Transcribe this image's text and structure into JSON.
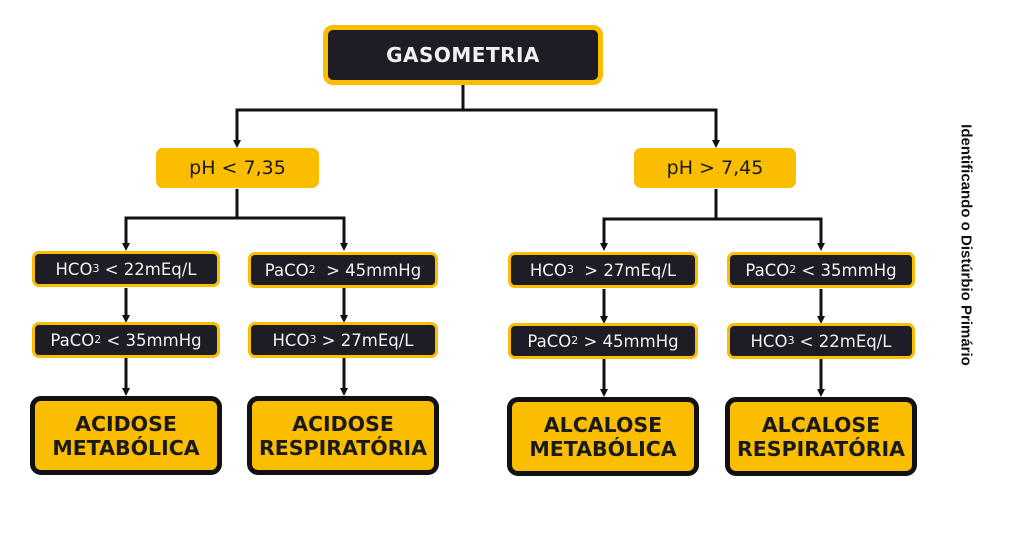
{
  "title": "GASOMETRIA",
  "side_label": "Identificando o Distúrbio Primário",
  "colors": {
    "accent": "#fbbd00",
    "dark": "#1e1d26",
    "line": "#111111"
  },
  "branches": [
    {
      "ph": "pH < 7,35",
      "paths": [
        {
          "steps": [
            {
              "pre": "HCO",
              "sub": "3",
              "post": " < 22mEq/L"
            },
            {
              "pre": "PaCO",
              "sub": "2",
              "post": " < 35mmHg"
            }
          ],
          "result": [
            "ACIDOSE",
            "METABÓLICA"
          ]
        },
        {
          "steps": [
            {
              "pre": "PaCO",
              "sub": "2",
              "post": "  > 45mmHg"
            },
            {
              "pre": "HCO",
              "sub": "3",
              "post": " > 27mEq/L"
            }
          ],
          "result": [
            "ACIDOSE",
            "RESPIRATÓRIA"
          ]
        }
      ]
    },
    {
      "ph": "pH > 7,45",
      "paths": [
        {
          "steps": [
            {
              "pre": "HCO",
              "sub": "3",
              "post": "  > 27mEq/L"
            },
            {
              "pre": "PaCO",
              "sub": "2",
              "post": " > 45mmHg"
            }
          ],
          "result": [
            "ALCALOSE",
            "METABÓLICA"
          ]
        },
        {
          "steps": [
            {
              "pre": "PaCO",
              "sub": "2",
              "post": " < 35mmHg"
            },
            {
              "pre": "HCO",
              "sub": "3",
              "post": " < 22mEq/L"
            }
          ],
          "result": [
            "ALCALOSE",
            "RESPIRATÓRIA"
          ]
        }
      ]
    }
  ]
}
